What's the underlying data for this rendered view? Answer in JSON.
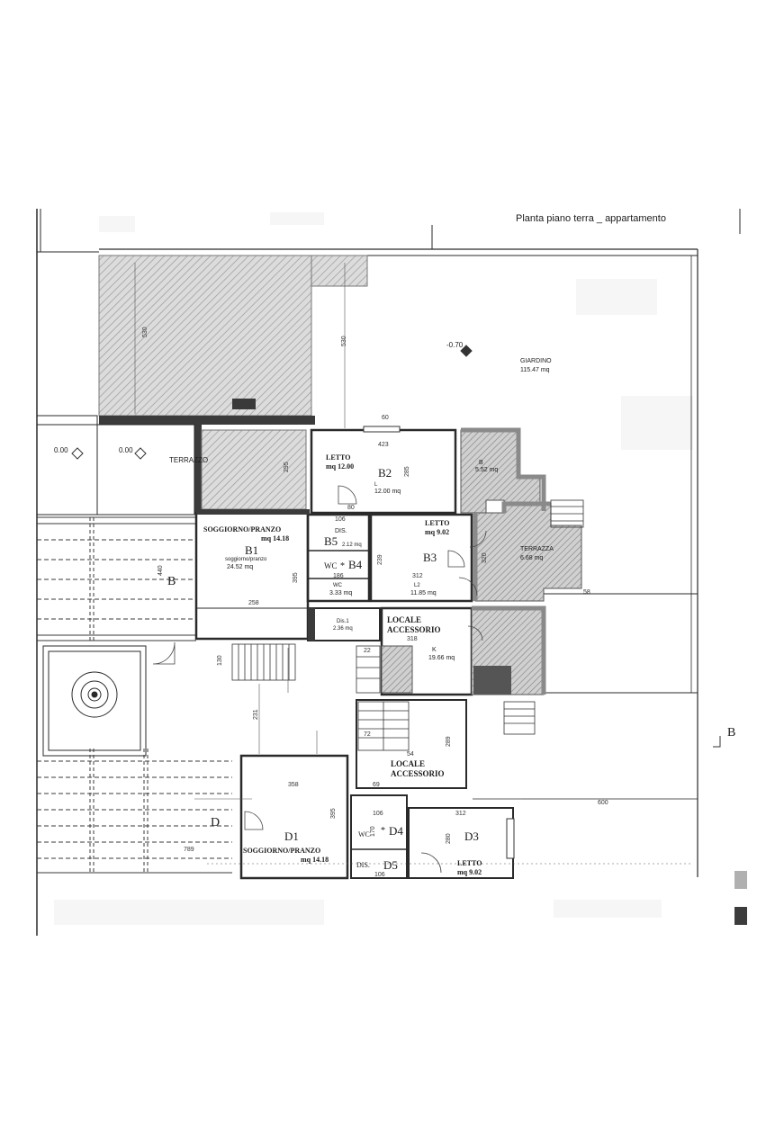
{
  "title": "Planta piano terra _ appartamento",
  "levels": {
    "garden": "-0.70",
    "left_a": "0.00",
    "left_b": "0.00"
  },
  "rooms": {
    "giardino": {
      "name": "GIARDINO",
      "area": "115.47 mq"
    },
    "terrazzo": {
      "name": "TERRAZZO"
    },
    "letto_b2": {
      "name": "LETTO",
      "area_mq": "mq 12.00",
      "code": "B2",
      "sub": "L",
      "sub_area": "12.00 mq"
    },
    "b_room": {
      "code": "B",
      "area": "5.52 mq"
    },
    "soggiorno_b1": {
      "name": "SOGGIORNO/PRANZO",
      "area_mq": "mq 14.18",
      "code": "B1",
      "sub": "soggiorno/pranzo",
      "sub_area": "24.52 mq"
    },
    "dis_b5": {
      "name": "DIS.",
      "code": "B5",
      "area": "2.12 mq"
    },
    "wc_b4": {
      "name": "WC",
      "code": "B4",
      "sub": "WC",
      "area": "3.33 mq"
    },
    "letto_b3": {
      "name": "LETTO",
      "area_mq": "mq 9.02",
      "code": "B3",
      "sub": "L2",
      "sub_area": "11.85 mq"
    },
    "terrazza": {
      "name": "TERRAZZA",
      "area": "6.68 mq"
    },
    "dis1": {
      "name": "Dis.1",
      "area": "2.36 mq"
    },
    "locale_acc_1": {
      "name_1": "LOCALE",
      "name_2": "ACCESSORIO"
    },
    "k_room": {
      "code": "K",
      "area": "19.66 mq"
    },
    "locale_acc_2": {
      "name_1": "LOCALE",
      "name_2": "ACCESSORIO"
    },
    "soggiorno_d1": {
      "name": "SOGGIORNO/PRANZO",
      "area_mq": "mq 14.18",
      "code": "D1"
    },
    "wc_d4": {
      "name": "WC",
      "code": "D4"
    },
    "dis_d5": {
      "name": "DIS.",
      "code": "D5"
    },
    "letto_d3": {
      "name": "LETTO",
      "area_mq": "mq 9.02",
      "code": "D3"
    }
  },
  "markers": {
    "b_left": "B",
    "b_right": "B",
    "d_left": "D"
  },
  "dimensions": {
    "d530a": "530",
    "d530b": "530",
    "d60": "60",
    "d423": "423",
    "d285": "285",
    "d295": "295",
    "d106a": "106",
    "d80": "80",
    "d239": "239",
    "d312a": "312",
    "d186": "186",
    "d320": "320",
    "d258": "258",
    "d395": "395",
    "d440": "440",
    "d22": "22",
    "d318": "318",
    "d130": "130",
    "d231": "231",
    "d72": "72",
    "d54": "54",
    "d289": "289",
    "d69": "69",
    "d358": "358",
    "d395b": "395",
    "d789": "789",
    "d600": "600",
    "d312b": "312",
    "d106b": "106",
    "d170": "170",
    "d280": "280",
    "d106c": "106",
    "d58": "58"
  }
}
